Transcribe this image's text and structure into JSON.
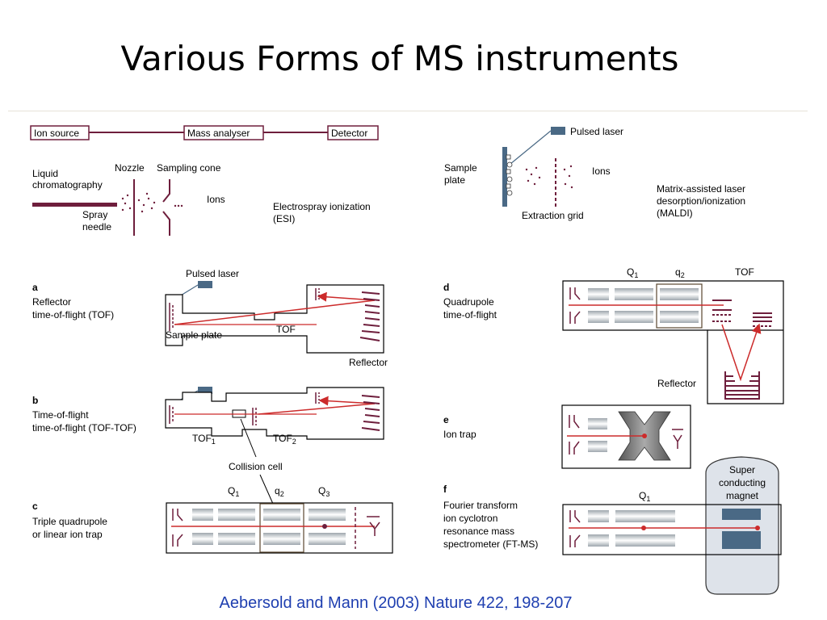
{
  "title": "Various Forms of MS instruments",
  "citation": "Aebersold and Mann (2003) Nature 422, 198-207",
  "colors": {
    "maroon": "#6e1e3c",
    "slate": "#4a6985",
    "red": "#cc2b2b",
    "citation": "#1f3fb0",
    "gray": "#8c8c8c"
  },
  "pipeline": {
    "ion_source": "Ion source",
    "mass_analyser": "Mass analyser",
    "detector": "Detector"
  },
  "esi": {
    "liquid": "Liquid",
    "chromatography": "chromatography",
    "nozzle": "Nozzle",
    "sampling_cone": "Sampling cone",
    "spray": "Spray",
    "needle": "needle",
    "ions": "Ions",
    "name_line1": "Electrospray ionization",
    "name_line2": "(ESI)"
  },
  "maldi": {
    "pulsed_laser": "Pulsed laser",
    "sample": "Sample",
    "plate": "plate",
    "ions": "Ions",
    "extraction_grid": "Extraction grid",
    "name_line1": "Matrix-assisted laser",
    "name_line2": "desorption/ionization",
    "name_line3": "(MALDI)"
  },
  "panel_a": {
    "letter": "a",
    "line1": "Reflector",
    "line2": "time-of-flight (TOF)",
    "pulsed_laser": "Pulsed laser",
    "sample_plate": "Sample plate",
    "tof": "TOF",
    "reflector": "Reflector"
  },
  "panel_b": {
    "letter": "b",
    "line1": "Time-of-flight",
    "line2": "time-of-flight (TOF-TOF)",
    "tof1": "TOF",
    "tof1_sub": "1",
    "tof2": "TOF",
    "tof2_sub": "2",
    "collision_cell": "Collision cell"
  },
  "panel_c": {
    "letter": "c",
    "line1": "Triple quadrupole",
    "line2": "or linear ion trap",
    "q1": "Q",
    "q1_sub": "1",
    "q2": "q",
    "q2_sub": "2",
    "q3": "Q",
    "q3_sub": "3"
  },
  "panel_d": {
    "letter": "d",
    "line1": "Quadrupole",
    "line2": "time-of-flight",
    "q1": "Q",
    "q1_sub": "1",
    "q2": "q",
    "q2_sub": "2",
    "tof": "TOF",
    "reflector": "Reflector"
  },
  "panel_e": {
    "letter": "e",
    "line1": "Ion trap"
  },
  "panel_f": {
    "letter": "f",
    "line1": "Fourier transform",
    "line2": "ion cyclotron",
    "line3": "resonance mass",
    "line4": "spectrometer (FT-MS)",
    "q1": "Q",
    "q1_sub": "1",
    "magnet_line1": "Super",
    "magnet_line2": "conducting",
    "magnet_line3": "magnet"
  }
}
